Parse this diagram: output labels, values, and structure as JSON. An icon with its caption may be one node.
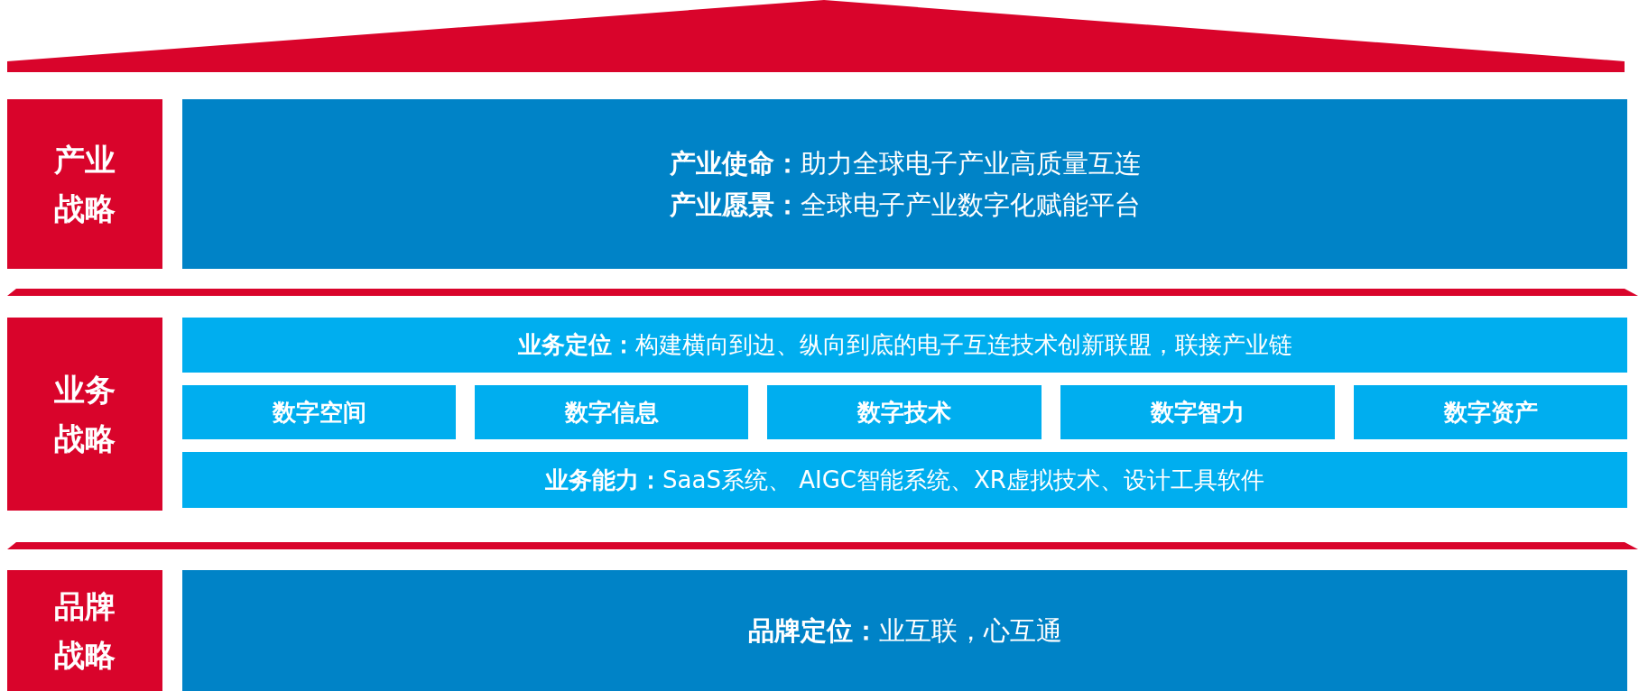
{
  "diagram": {
    "nodes": [
      {
        "text": [
          "产业战略"
        ]
      },
      {
        "text": [
          "**产业使命：**助力全球电子产业高质量互连",
          "**产业愿景：**全球电子产业数字化赋能平台"
        ]
      },
      {
        "text": [
          "业务战略"
        ]
      },
      {
        "text": [
          "**业务定位：**构建横向到边、纵向到底的电子互连技术创新联盟，联接产业链"
        ]
      },
      {
        "text": [
          "数字空间"
        ]
      },
      {
        "text": [
          "数字信息"
        ]
      },
      {
        "text": [
          "数字技术"
        ]
      },
      {
        "text": [
          "数字智力"
        ]
      },
      {
        "text": [
          "数字资产"
        ]
      },
      {
        "text": [
          "**业务能力：**SaaS系统、 AIGC智能系统、XR虚拟技术、设计工具软件"
        ]
      },
      {
        "text": [
          "品牌战略"
        ]
      },
      {
        "text": [
          "**品牌定位：**业互联，心互通"
        ]
      }
    ]
  }
}
